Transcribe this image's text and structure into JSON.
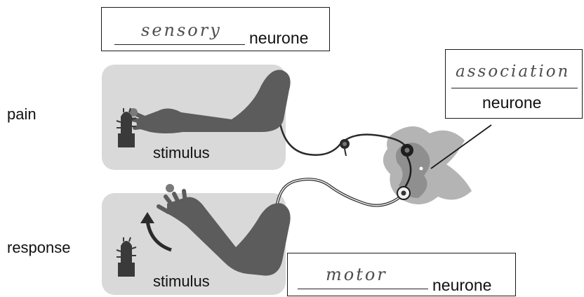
{
  "labels": {
    "pain": "pain",
    "response": "response",
    "stimulus_top": "stimulus",
    "stimulus_bottom": "stimulus"
  },
  "boxes": {
    "sensory": {
      "answer": "sensory",
      "printed": "neurone"
    },
    "association": {
      "answer": "association",
      "printed": "neurone"
    },
    "motor": {
      "answer": "motor",
      "printed": "neurone"
    }
  },
  "colors": {
    "panel": "#d9d9d9",
    "arm": "#5c5c5c",
    "cactus": "#3a3a3a",
    "spinal_cord": "#a9a9a9",
    "nerve": "#2b2b2b"
  }
}
